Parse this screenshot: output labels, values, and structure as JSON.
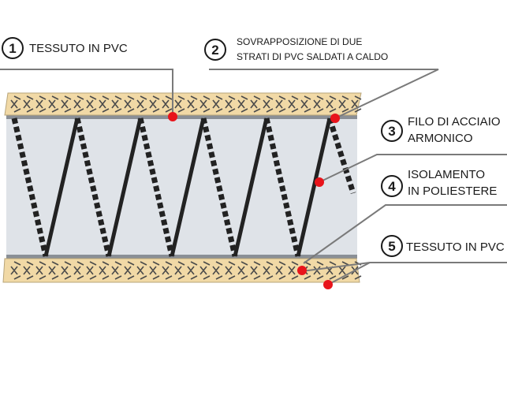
{
  "diagram": {
    "callouts": [
      {
        "number": "1",
        "lines": [
          "TESSUTO IN PVC"
        ]
      },
      {
        "number": "2",
        "lines": [
          "SOVRAPPOSIZIONE DI DUE",
          "STRATI DI PVC SALDATI A CALDO"
        ]
      },
      {
        "number": "3",
        "lines": [
          "FILO DI ACCIAIO",
          "ARMONICO"
        ]
      },
      {
        "number": "4",
        "lines": [
          "ISOLAMENTO",
          "IN POLIESTERE"
        ]
      },
      {
        "number": "5",
        "lines": [
          "TESSUTO IN PVC"
        ]
      }
    ],
    "colors": {
      "fabric": "#f1d9a6",
      "fabric_pattern": "#4a4a4a",
      "insulation": "#dfe3e8",
      "pvc_weld": "#8a8f96",
      "wire": "#222222",
      "marker": "#e8141b",
      "leader": "#7a7a7a"
    }
  }
}
